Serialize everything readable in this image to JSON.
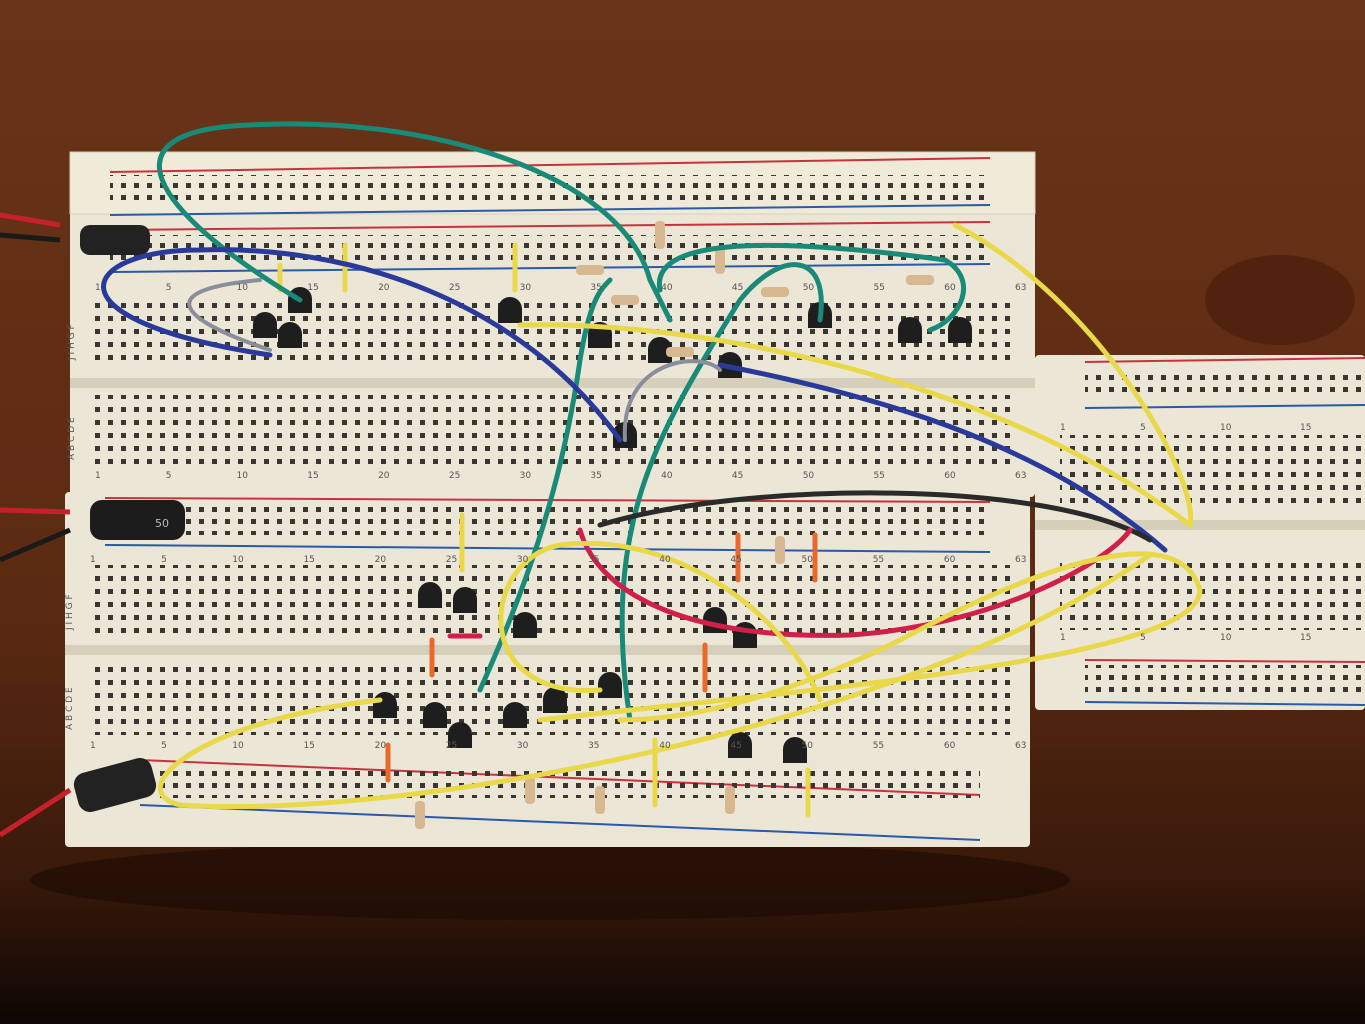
{
  "scene": {
    "subject": "breadboard-circuit",
    "row_letters_upper": "J I H G F",
    "row_letters_lower": "A B C D E",
    "column_numbers": [
      "1",
      "5",
      "10",
      "15",
      "20",
      "25",
      "30",
      "35",
      "40",
      "45",
      "50",
      "55",
      "60",
      "63"
    ],
    "right_board_numbers": [
      "1",
      "5",
      "10",
      "15"
    ],
    "capacitor_marking": "50"
  },
  "colors": {
    "wood": "#5a2a12",
    "wood_dark": "#2a1006",
    "board": "#ece6d6",
    "rail_red": "#c8323c",
    "rail_blue": "#2a5aa8",
    "wire_yellow": "#e8d84a",
    "wire_teal": "#1a8a78",
    "wire_blue": "#2a3a9a",
    "wire_red": "#d0204a",
    "wire_black": "#2a2a2a",
    "wire_gray": "#8a8e9a",
    "wire_orange": "#e86a2a"
  }
}
